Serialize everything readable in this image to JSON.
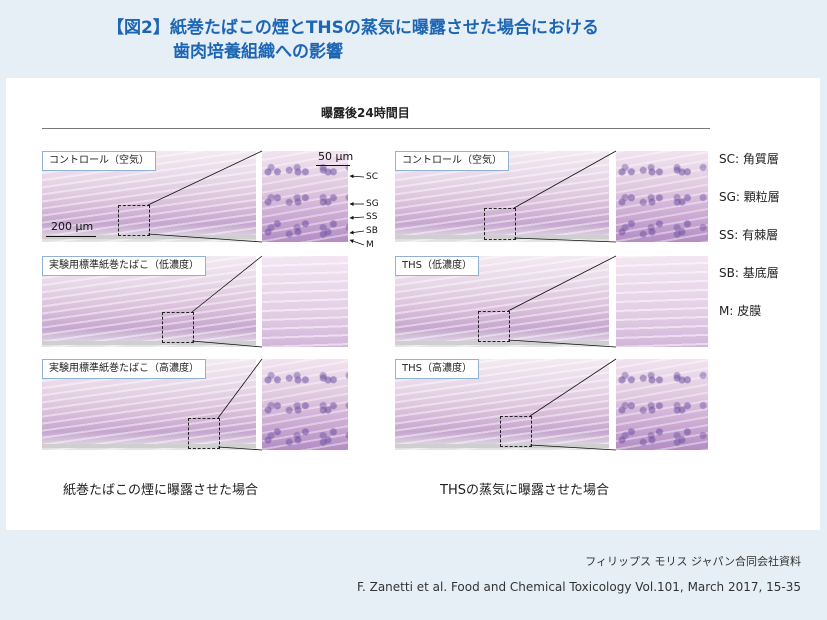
{
  "title": {
    "line1": "【図2】紙巻たばこの煙とTHSの蒸気に曝露させた場合における",
    "line2": "歯肉培養組織への影響"
  },
  "header": "曝露後24時間目",
  "left_column": {
    "rows": [
      {
        "label": "コントロール（空気）"
      },
      {
        "label": "実験用標準紙巻たばこ（低濃度）"
      },
      {
        "label": "実験用標準紙巻たばこ（高濃度）"
      }
    ],
    "caption": "紙巻たばこの煙に曝露させた場合"
  },
  "right_column": {
    "rows": [
      {
        "label": "コントロール（空気）"
      },
      {
        "label": "THS（低濃度）"
      },
      {
        "label": "THS（高濃度）"
      }
    ],
    "caption": "THSの蒸気に曝露させた場合"
  },
  "scale": {
    "overview": "200 μm",
    "zoom": "50 μm"
  },
  "layer_labels": [
    "SC",
    "SG",
    "SS",
    "SB",
    "M"
  ],
  "legend": [
    "SC: 角質層",
    "SG: 顆粒層",
    "SS: 有棘層",
    "SB: 基底層",
    "M: 皮膜"
  ],
  "source": {
    "ja": "フィリップス モリス ジャパン合同会社資料",
    "en": "F. Zanetti et al. Food and Chemical Toxicology Vol.101, March 2017, 15-35"
  },
  "colors": {
    "title": "#1d66b4",
    "background": "#e6eef6",
    "label_border": "#8fb2d6"
  }
}
